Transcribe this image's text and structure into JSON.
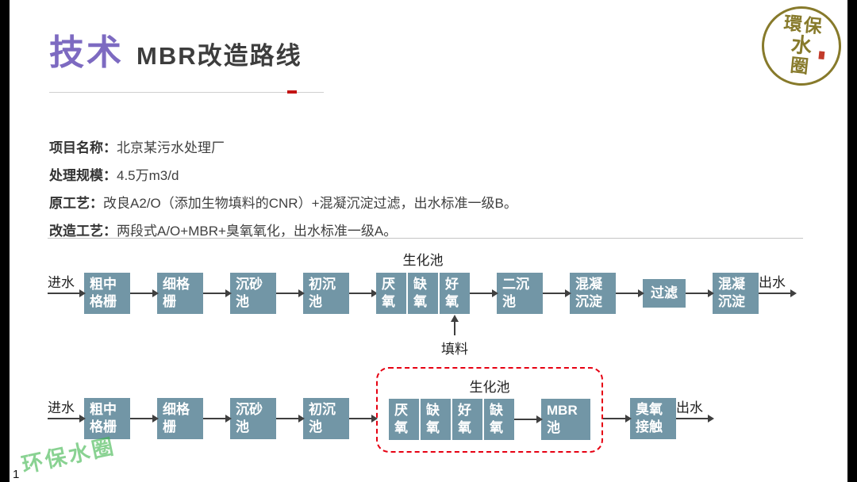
{
  "page": {
    "number": "1",
    "watermark": "环保水圈"
  },
  "colors": {
    "box_teal": "#7296a6",
    "dashed_red": "#e60012",
    "accent_purple": "#7d6ac1",
    "title_dark": "#3d3d3d",
    "arrow_dark": "#3f3f3f",
    "watermark_green": "#3bb44a",
    "logo_olive": "#877a2b"
  },
  "header": {
    "title_accent": "技术",
    "title_rest": "MBR改造路线",
    "logo_lines": [
      "環保",
      "水",
      "圈"
    ]
  },
  "info_lines": [
    {
      "label": "项目名称：",
      "value": "北京某污水处理厂"
    },
    {
      "label": "处理规模：",
      "value": "4.5万m3/d"
    },
    {
      "label": "原工艺：",
      "value": "改良A2/O（添加生物填料的CNR）+混凝沉淀过滤，出水标准一级B。"
    },
    {
      "label": "改造工艺：",
      "value": "两段式A/O+MBR+臭氧氧化，出水标准一级A。"
    }
  ],
  "flow_original": {
    "inlet_label": "进水",
    "outlet_label": "出水",
    "sequence": [
      {
        "type": "box",
        "lines": [
          "粗中",
          "格栅"
        ]
      },
      {
        "type": "box",
        "lines": [
          "细格",
          "栅"
        ]
      },
      {
        "type": "box",
        "lines": [
          "沉砂",
          "池"
        ]
      },
      {
        "type": "box",
        "lines": [
          "初沉",
          "池"
        ]
      },
      {
        "type": "bio_group",
        "label": "生化池",
        "cells": [
          [
            "厌",
            "氧"
          ],
          [
            "缺",
            "氧"
          ],
          [
            "好",
            "氧"
          ]
        ],
        "feed": {
          "label": "填料",
          "target_index": 2
        }
      },
      {
        "type": "box",
        "lines": [
          "二沉",
          "池"
        ]
      },
      {
        "type": "box",
        "lines": [
          "混凝",
          "沉淀"
        ]
      },
      {
        "type": "box",
        "lines": [
          "过滤"
        ]
      },
      {
        "type": "box",
        "lines": [
          "混凝",
          "沉淀"
        ]
      }
    ]
  },
  "flow_upgraded": {
    "inlet_label": "进水",
    "outlet_label": "出水",
    "sequence": [
      {
        "type": "box",
        "lines": [
          "粗中",
          "格栅"
        ]
      },
      {
        "type": "box",
        "lines": [
          "细格",
          "栅"
        ]
      },
      {
        "type": "box",
        "lines": [
          "沉砂",
          "池"
        ]
      },
      {
        "type": "box",
        "lines": [
          "初沉",
          "池"
        ]
      },
      {
        "type": "dashed_group",
        "label": "生化池",
        "cells": [
          [
            "厌",
            "氧"
          ],
          [
            "缺",
            "氧"
          ],
          [
            "好",
            "氧"
          ],
          [
            "缺",
            "氧"
          ]
        ],
        "end_box": [
          "MBR",
          "池"
        ]
      },
      {
        "type": "box",
        "lines": [
          "臭氧",
          "接触"
        ]
      }
    ]
  }
}
